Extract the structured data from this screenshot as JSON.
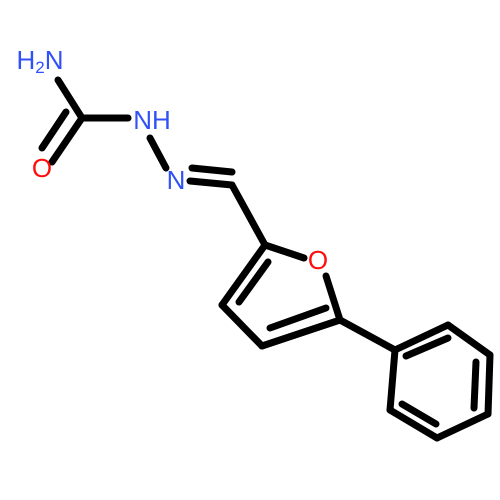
{
  "colors": {
    "nitrogen": "#3050f8",
    "oxygen": "#ff0d0d",
    "carbon_bond": "#000000",
    "background": "#ffffff"
  },
  "atoms": {
    "amine": {
      "element": "H",
      "count": "2",
      "element2": "N"
    },
    "hydrazine_nh": {
      "text": "NH"
    },
    "imine_n": {
      "text": "N"
    },
    "carbonyl_o": {
      "text": "O"
    },
    "furan_o": {
      "text": "O"
    }
  }
}
